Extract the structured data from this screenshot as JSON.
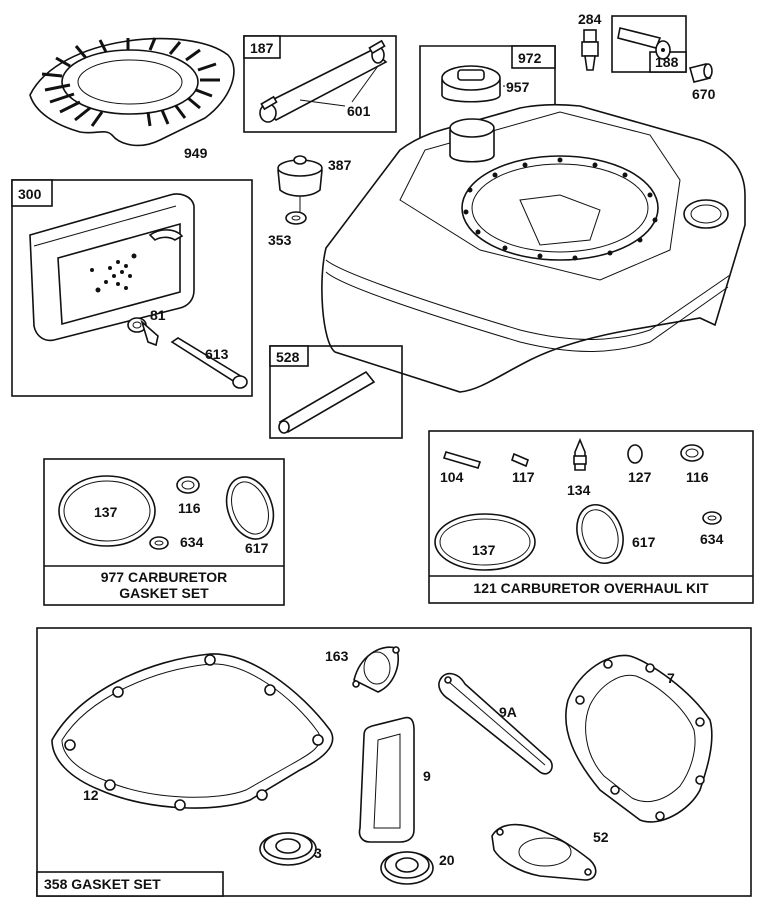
{
  "parts": {
    "p949": "949",
    "p187": "187",
    "p601": "601",
    "p972": "972",
    "p957": "957",
    "p284": "284",
    "p188": "188",
    "p670": "670",
    "p387": "387",
    "p353": "353",
    "p300": "300",
    "p81": "81",
    "p613": "613",
    "p528": "528",
    "c137": "137",
    "c116": "116",
    "c634": "634",
    "c617": "617",
    "o104": "104",
    "o117": "117",
    "o134": "134",
    "o127": "127",
    "o116": "116",
    "o137": "137",
    "o617": "617",
    "o634": "634",
    "g163": "163",
    "g9A": "9A",
    "g7": "7",
    "g12": "12",
    "g9": "9",
    "g3": "3",
    "g20": "20",
    "g52": "52"
  },
  "kits": {
    "carb_gasket_line1": "977 CARBURETOR",
    "carb_gasket_line2": "GASKET SET",
    "overhaul": "121 CARBURETOR OVERHAUL KIT",
    "gasket_set": "358 GASKET SET"
  }
}
